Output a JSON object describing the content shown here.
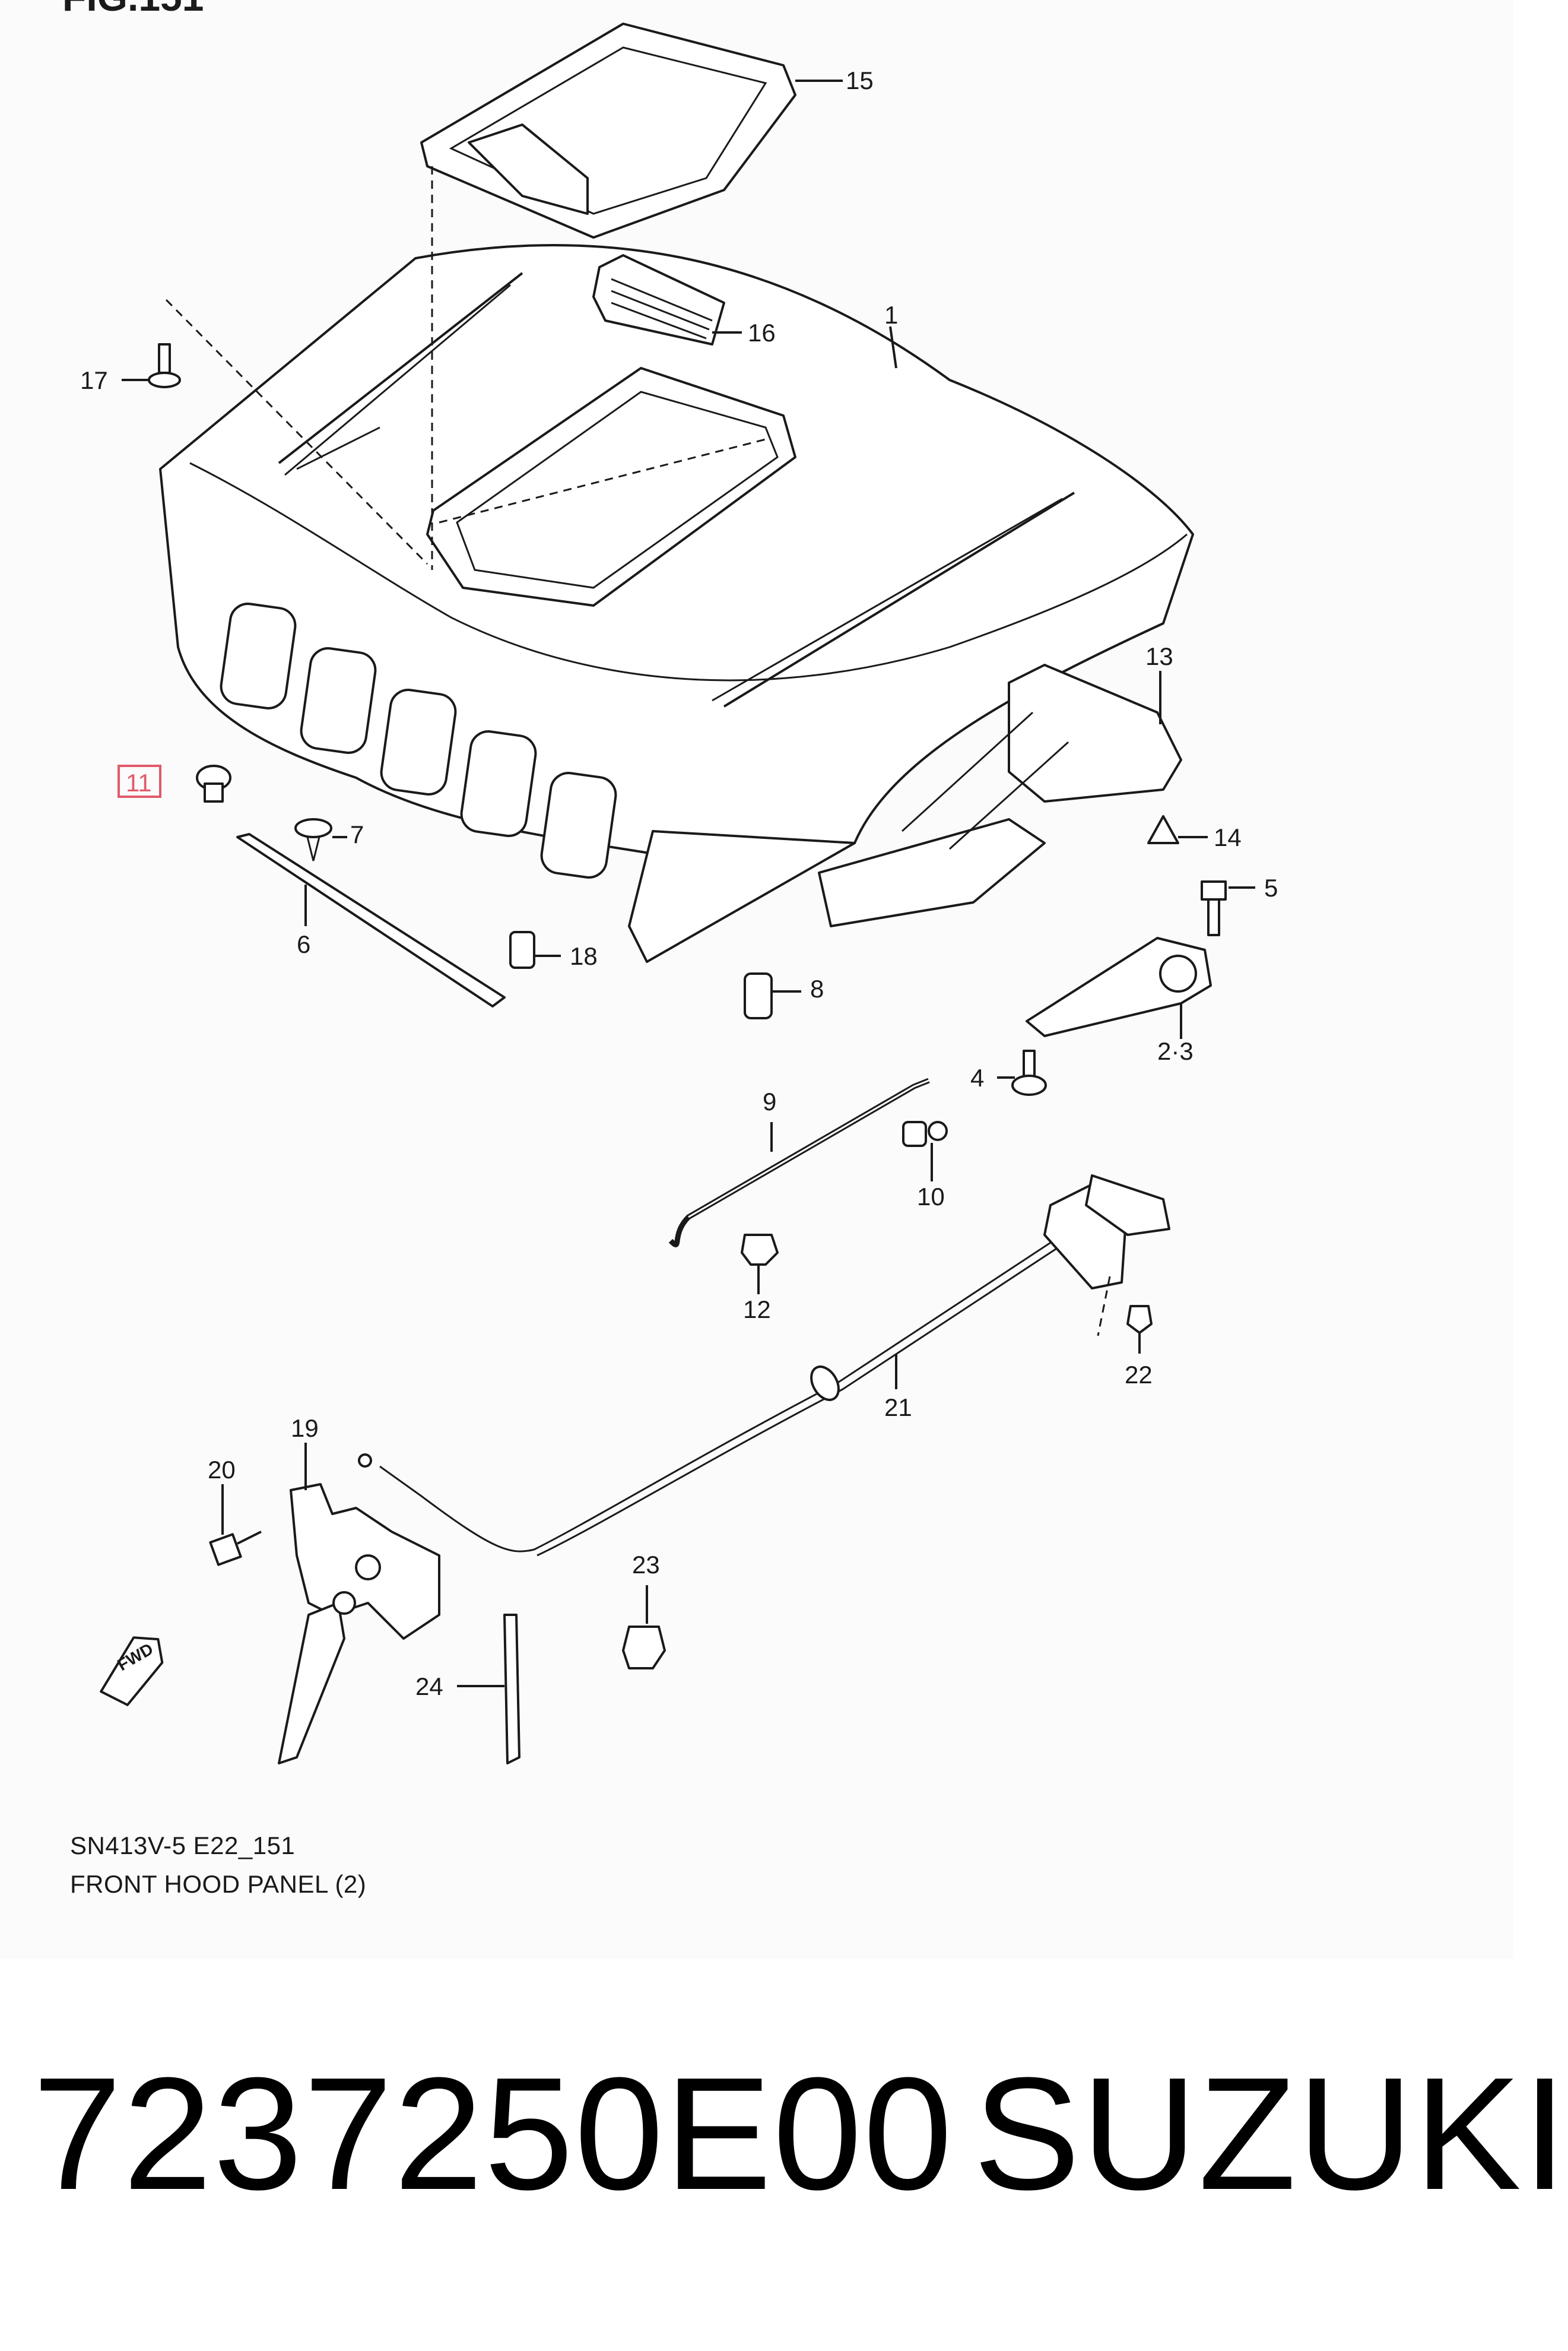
{
  "figure": {
    "title_partial": "FIG.151"
  },
  "callouts": {
    "c1": "1",
    "c2_3": "2·3",
    "c4": "4",
    "c5": "5",
    "c6": "6",
    "c7": "7",
    "c8": "8",
    "c9": "9",
    "c10": "10",
    "c11": "11",
    "c12": "12",
    "c13": "13",
    "c14": "14",
    "c15": "15",
    "c16": "16",
    "c17": "17",
    "c18": "18",
    "c19": "19",
    "c20": "20",
    "c21": "21",
    "c22": "22",
    "c23": "23",
    "c24": "24"
  },
  "fwd_label": "FWD",
  "highlight_color": "#e05a6a",
  "caption": {
    "code": "SN413V-5 E22_151",
    "name": "FRONT HOOD PANEL (2)"
  },
  "footer": {
    "part_number": "7237250E00",
    "brand": "SUZUKI"
  }
}
